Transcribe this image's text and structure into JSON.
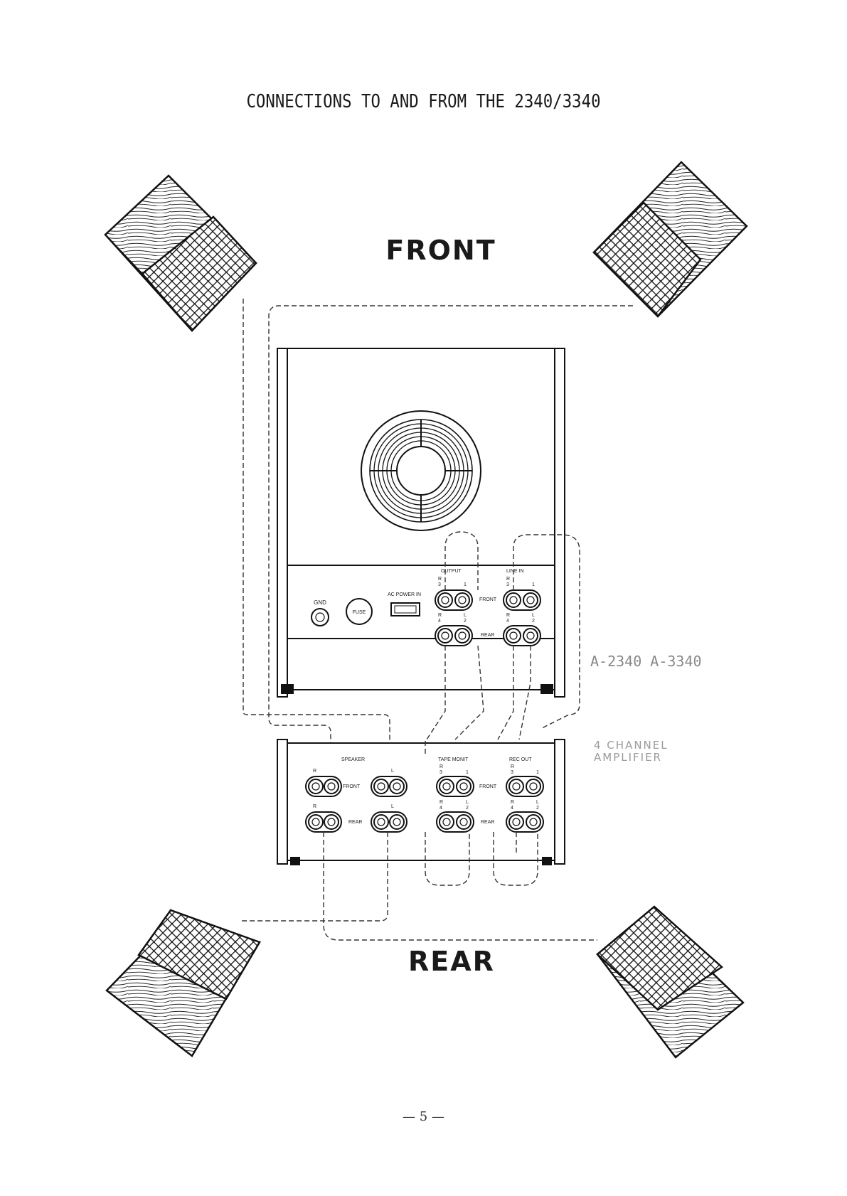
{
  "title": "CONNECTIONS TO AND FROM THE 2340/3340",
  "labels": {
    "front": "FRONT",
    "rear": "REAR",
    "model": "A-2340  A-3340",
    "amplifier": "4 CHANNEL AMPLIFIER"
  },
  "deck_panel": {
    "gnd": "GND",
    "fuse": "FUSE",
    "ac_power_in": "AC POWER IN",
    "output": "OUTPUT",
    "line_in": "LINE IN",
    "front": "FRONT",
    "rear": "REAR",
    "r": "R",
    "l": "L",
    "ch1": "1",
    "ch2": "2",
    "ch3": "3",
    "ch4": "4"
  },
  "amp_panel": {
    "speaker": "SPEAKER",
    "tape_monit": "TAPE MONIT",
    "rec_out": "REC OUT",
    "front": "FRONT",
    "rear": "REAR",
    "r": "R",
    "l": "L",
    "ch1": "1",
    "ch2": "2",
    "ch3": "3",
    "ch4": "4"
  },
  "page_number": "— 5 —"
}
